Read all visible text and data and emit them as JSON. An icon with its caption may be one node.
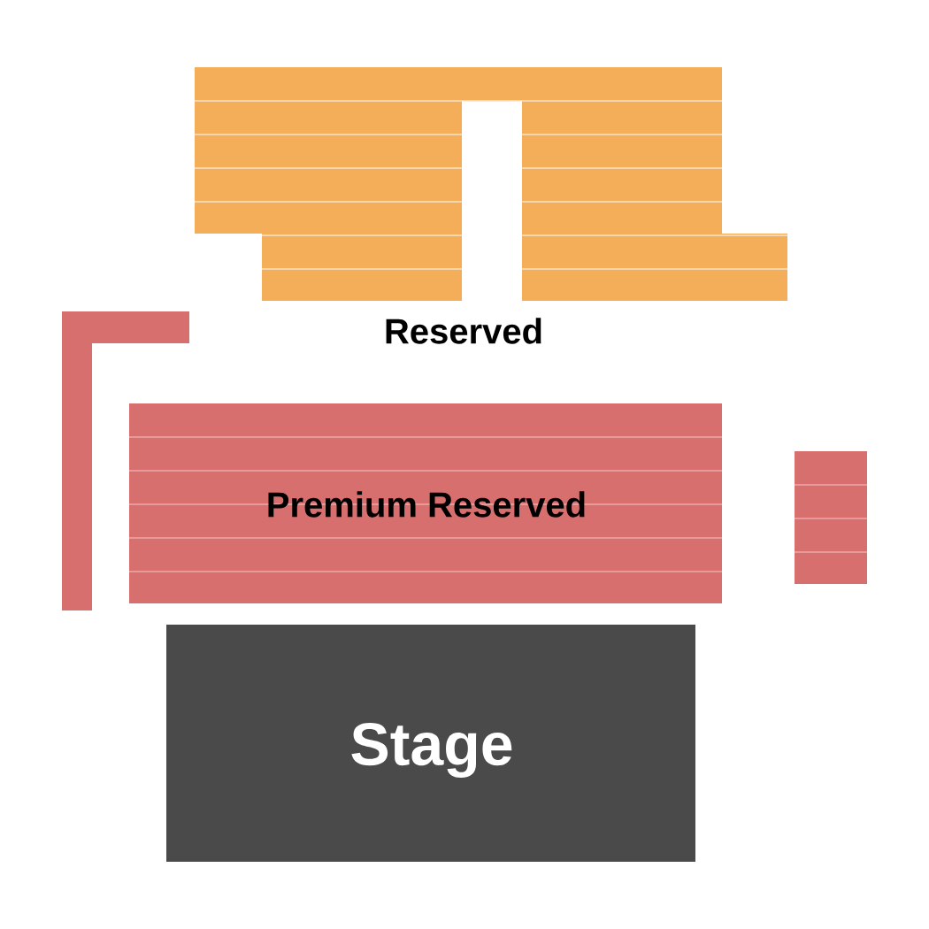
{
  "diagram": {
    "nodes": [
      {
        "text": [
          "Reserved"
        ]
      },
      {
        "text": [],
        "shape": "box"
      },
      {
        "text": [
          "Premium Reserved"
        ]
      },
      {
        "text": [],
        "shape": "box"
      },
      {
        "text": [
          "Stage"
        ]
      }
    ]
  }
}
